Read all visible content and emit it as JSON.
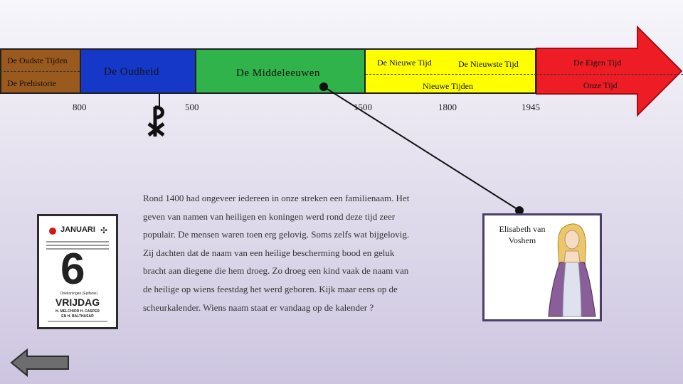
{
  "timeline": {
    "oudste_tijden": "De Oudste Tijden",
    "prehistorie": "De Prehistorie",
    "oudheid": "De Oudheid",
    "middeleeuwen": "De Middeleeuwen",
    "nieuwe_tijd": "De Nieuwe Tijd",
    "nieuwste_tijd": "De Nieuwste Tijd",
    "nieuwe_tijden": "Nieuwe Tijden",
    "eigen_tijd": "De Eigen Tijd",
    "onze_tijd": "Onze Tijd",
    "years": {
      "y800": "800",
      "y500": "500",
      "y1500": "1500",
      "y1800": "1800",
      "y1945": "1945"
    },
    "colors": {
      "prehistorie": "#9a5a1e",
      "oudheid": "#1538c8",
      "middeleeuwen": "#2fb34a",
      "nieuwe_tijd": "#ffff00",
      "eigen_tijd": "#ee1c24"
    }
  },
  "text": {
    "lines": [
      "Rond 1400 had ongeveer iedereen in onze streken een familienaam. Het",
      "geven van namen van heiligen en koningen werd rond deze tijd zeer",
      "populair. De mensen waren toen erg gelovig. Soms zelfs wat bijgelovig.",
      "Zij dachten dat de naam van een heilige bescherming bood en geluk",
      "bracht aan diegene die hem droeg. Zo droeg een kind vaak de naam van",
      "de heilige op wiens feestdag het werd geboren. Kijk maar eens op de",
      "scheurkalender. Wiens naam staat er vandaag op de kalender ?"
    ]
  },
  "person_card": {
    "name_line1": "Elisabeth van",
    "name_line2": "Voshem"
  },
  "calendar": {
    "month": "JANUARI",
    "day": "6",
    "weekday": "VRIJDAG",
    "weekday_small": "Driekoningen (Epifanie)",
    "saints_line1": "H. MELCHIOR H. CASPER",
    "saints_line2": "EN H. BALTHASAR"
  },
  "icons": {
    "chi_rho": "chi-rho-icon",
    "back": "back-arrow-icon"
  }
}
